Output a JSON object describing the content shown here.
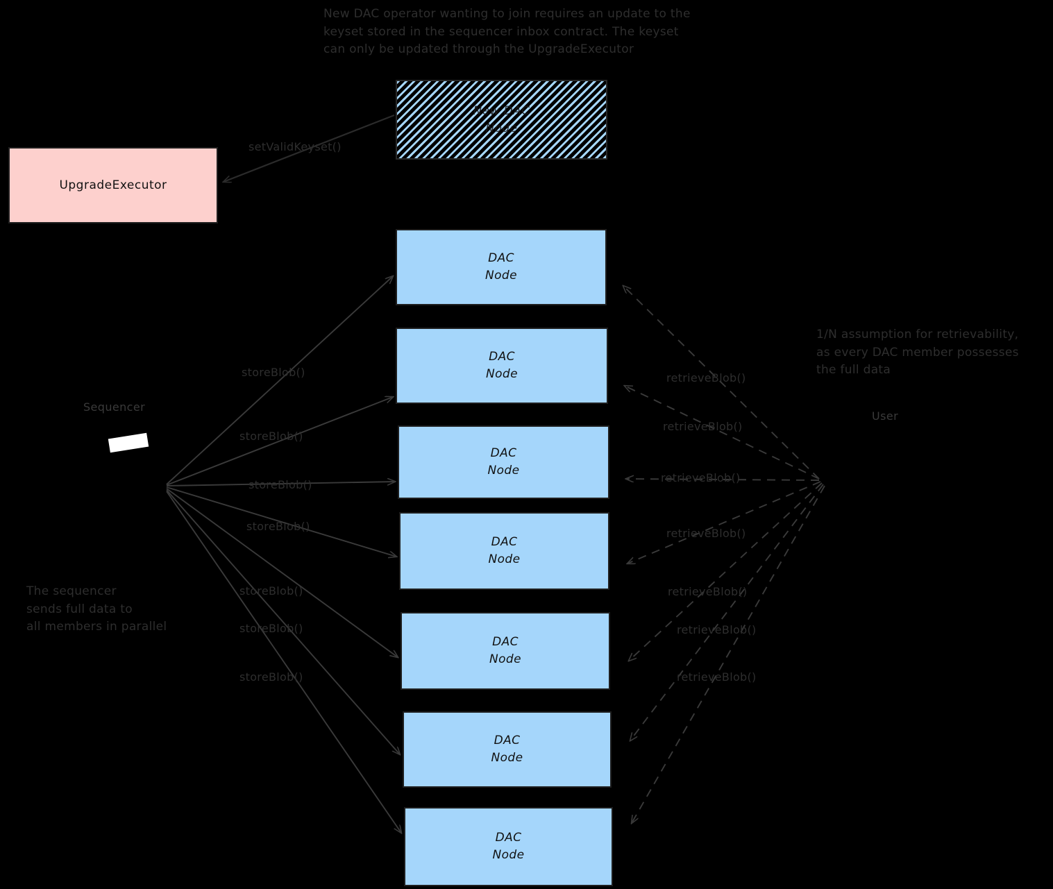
{
  "diagram": {
    "title_note": "New DAC operator wanting to join requires an update to the\nkeyset stored in the sequencer inbox contract. The keyset\ncan only be updated through the UpgradeExecutor",
    "sequencer_note": "The sequencer\nsends full data to\nall members in parallel",
    "retrievability_note": "1/N assumption for retrievability,\nas every DAC member possesses\nthe full data",
    "sequencer_label": "Sequencer",
    "user_label": "User",
    "upgrade_executor": "UpgradeExecutor",
    "new_dac_node": "New DAC\nNode",
    "set_valid_keyset": "setValidKeyset()",
    "dac_nodes": [
      {
        "label": "DAC\nNode"
      },
      {
        "label": "DAC\nNode"
      },
      {
        "label": "DAC\nNode"
      },
      {
        "label": "DAC\nNode"
      },
      {
        "label": "DAC\nNode"
      },
      {
        "label": "DAC\nNode"
      },
      {
        "label": "DAC\nNode"
      }
    ],
    "store_blob_labels": [
      "storeBlob()",
      "storeBlob()",
      "storeBlob()",
      "storeBlob()",
      "storeBlob()",
      "storeBlob()",
      "storeBlob()"
    ],
    "retrieve_blob_labels": [
      "retrieveBlob()",
      "retrieveBlob()",
      "retrieveBlob()",
      "retrieveBlob()",
      "retrieveBlob()",
      "retrieveBlob()",
      "retrieveBlob()"
    ],
    "colors": {
      "background": "#000000",
      "node_fill": "#a5d6fb",
      "upgrade_executor_fill": "#fdd0cd",
      "stroke": "#1f1f1f",
      "text": "#2e2e2e"
    }
  }
}
